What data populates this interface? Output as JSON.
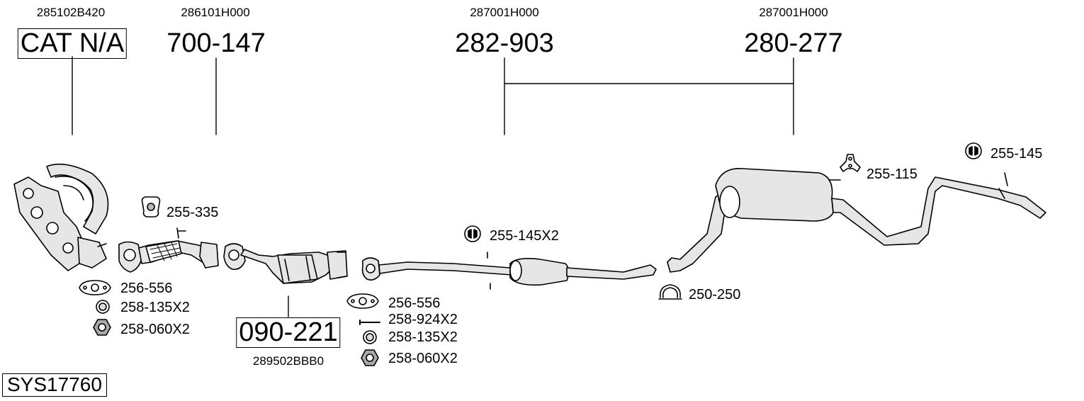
{
  "oem_numbers": {
    "cat": "285102B420",
    "front_pipe": "286101H000",
    "center": "287001H000",
    "rear": "287001H000",
    "converter": "289502BBB0"
  },
  "main_parts": {
    "cat": "CAT N/A",
    "front_pipe": "700-147",
    "center": "282-903",
    "rear": "280-277",
    "converter": "090-221"
  },
  "small_parts": {
    "mount_front": "255-335",
    "gasket_1": "256-556",
    "ring_1": "258-135X2",
    "nut_1": "258-060X2",
    "gasket_2": "256-556",
    "bolt_2": "258-924X2",
    "ring_2": "258-135X2",
    "nut_2": "258-060X2",
    "rubber_center": "255-145X2",
    "clamp": "250-250",
    "hanger_rear": "255-115",
    "rubber_rear": "255-145"
  },
  "system_code": "SYS17760"
}
